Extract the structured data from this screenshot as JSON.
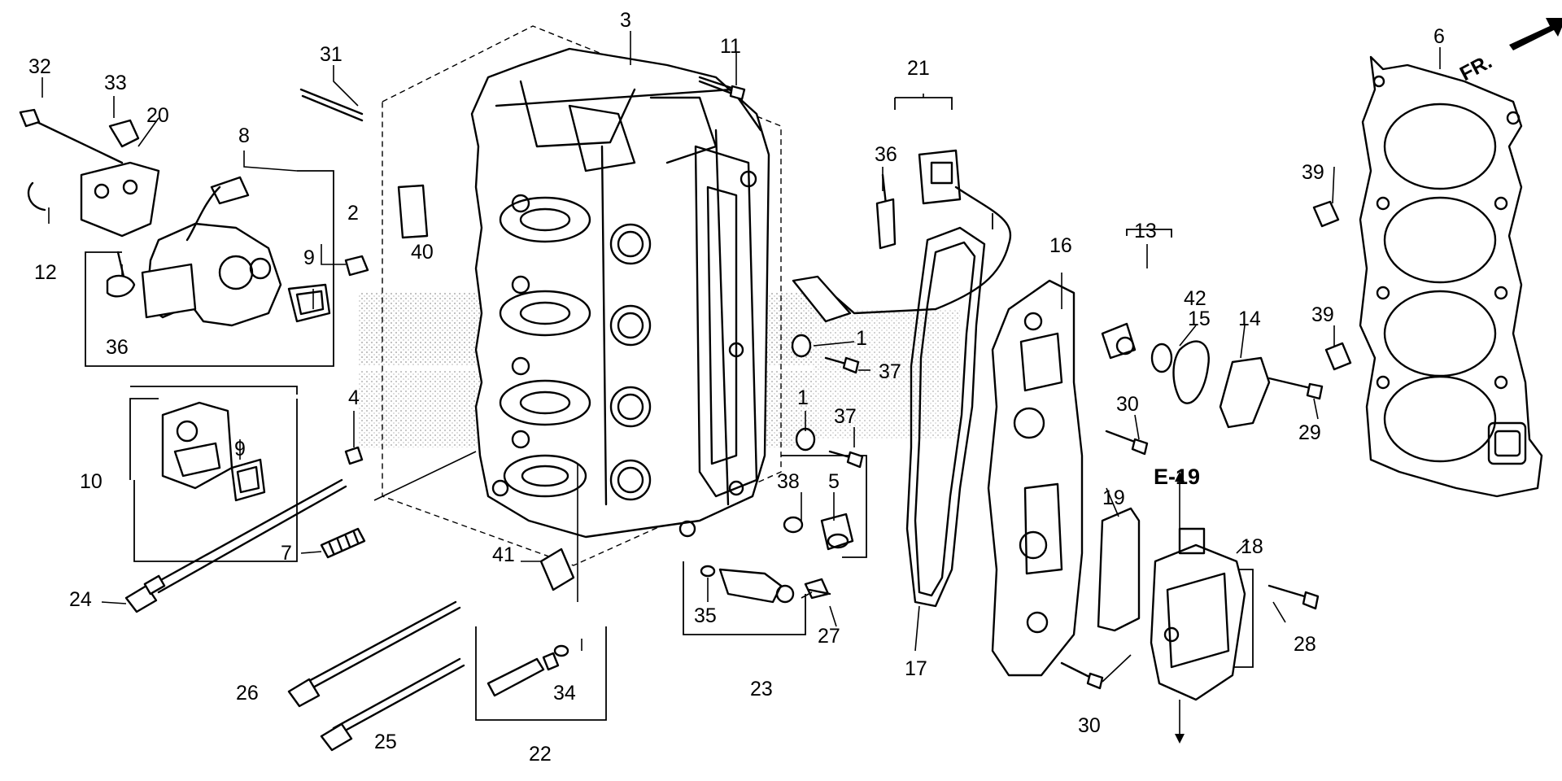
{
  "diagram": {
    "orientation_label": "FR.",
    "reference_label": "E-19",
    "callouts": [
      "1",
      "1",
      "2",
      "3",
      "4",
      "5",
      "6",
      "7",
      "8",
      "9",
      "9",
      "10",
      "11",
      "12",
      "13",
      "14",
      "15",
      "16",
      "17",
      "18",
      "19",
      "20",
      "21",
      "22",
      "23",
      "24",
      "25",
      "26",
      "27",
      "28",
      "29",
      "30",
      "30",
      "31",
      "32",
      "33",
      "34",
      "35",
      "36",
      "36",
      "37",
      "37",
      "38",
      "39",
      "39",
      "40",
      "41",
      "42"
    ]
  }
}
